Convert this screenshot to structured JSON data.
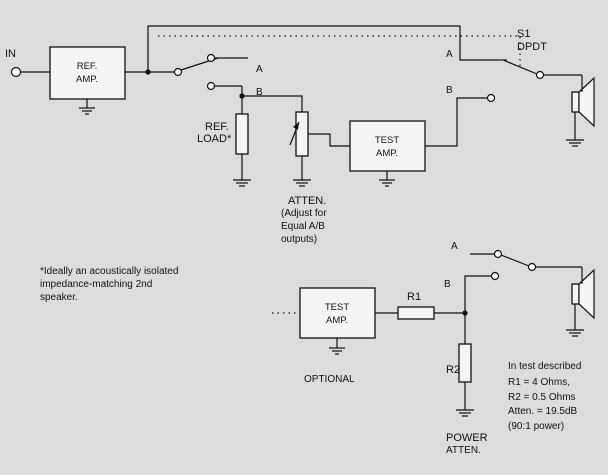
{
  "labels": {
    "input": "IN",
    "ref_amp_1": "REF.",
    "ref_amp_2": "AMP.",
    "switch_id": "S1",
    "switch_type": "DPDT",
    "pos_a": "A",
    "pos_b": "B",
    "ref_load_1": "REF.",
    "ref_load_2": "LOAD*",
    "test_amp_1": "TEST",
    "test_amp_2": "AMP.",
    "atten_title": "ATTEN.",
    "atten_note_1": "(Adjust for",
    "atten_note_2": "Equal A/B",
    "atten_note_3": "outputs)",
    "footnote_1": "*Ideally an acoustically isolated",
    "footnote_2": "impedance-matching 2nd",
    "footnote_3": "speaker.",
    "r1": "R1",
    "r2": "R2",
    "optional": "OPTIONAL",
    "power_1": "POWER",
    "power_2": "ATTEN.",
    "test_1": "In test described",
    "test_2": "R1 = 4 Ohms,",
    "test_3": "R2 = 0.5  Ohms",
    "test_4": "Atten. = 19.5dB",
    "test_5": "(90:1 power)"
  }
}
